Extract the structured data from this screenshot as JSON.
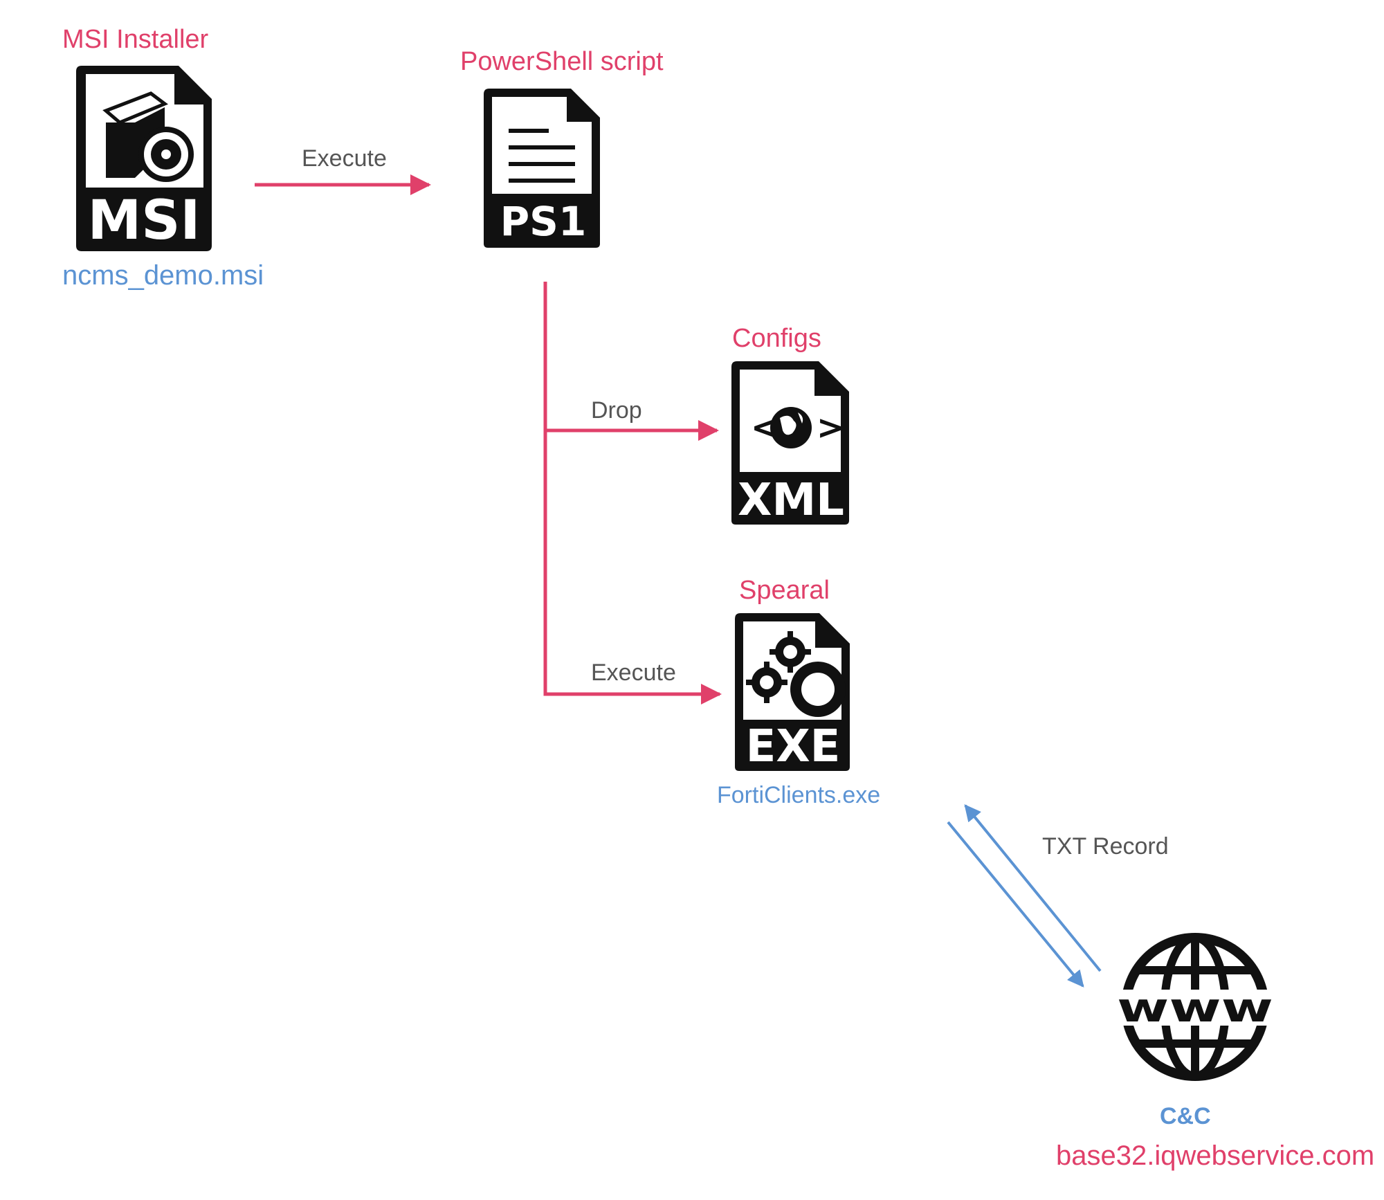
{
  "colors": {
    "accent_pink": "#e0406a",
    "accent_blue": "#5b93d3",
    "edge_text": "#555555",
    "icon": "#111111"
  },
  "nodes": {
    "msi": {
      "title": "MSI Installer",
      "badge": "MSI",
      "filename": "ncms_demo.msi",
      "icon": "msi-file-icon"
    },
    "ps1": {
      "title": "PowerShell script",
      "badge": "PS1",
      "icon": "ps1-file-icon"
    },
    "xml": {
      "title": "Configs",
      "badge": "XML",
      "icon": "xml-file-icon"
    },
    "exe": {
      "title": "Spearal",
      "badge": "EXE",
      "filename": "FortiClients.exe",
      "icon": "exe-file-icon"
    },
    "cnc": {
      "title": "C&C",
      "domain": "base32.iqwebservice.com",
      "badge": "www",
      "icon": "www-globe-icon"
    }
  },
  "edges": {
    "msi_to_ps1": "Execute",
    "ps1_to_xml": "Drop",
    "ps1_to_exe": "Execute",
    "exe_cnc": "TXT Record"
  }
}
